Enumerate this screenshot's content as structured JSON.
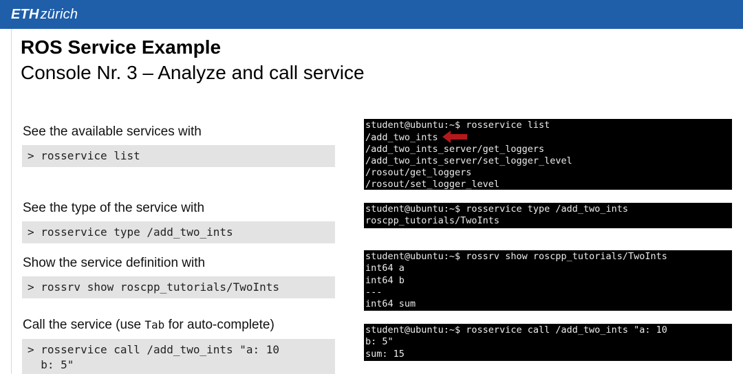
{
  "header": {
    "logo_eth": "ETH",
    "logo_zurich": "zürich"
  },
  "slide": {
    "title": "ROS Service Example",
    "subtitle": "Console Nr. 3 – Analyze and call service"
  },
  "steps": [
    {
      "label": "See the available services with",
      "command_lines": [
        "> rosservice list"
      ],
      "terminal_lines": [
        "student@ubuntu:~$ rosservice list",
        "/add_two_ints",
        "/add_two_ints_server/get_loggers",
        "/add_two_ints_server/set_logger_level",
        "/rosout/get_loggers",
        "/rosout/set_logger_level"
      ]
    },
    {
      "label": "See the type of the service with",
      "command_lines": [
        "> rosservice type /add_two_ints"
      ],
      "terminal_lines": [
        "student@ubuntu:~$ rosservice type /add_two_ints",
        "roscpp_tutorials/TwoInts"
      ]
    },
    {
      "label": "Show the service definition with",
      "command_lines": [
        "> rossrv show roscpp_tutorials/TwoInts"
      ],
      "terminal_lines": [
        "student@ubuntu:~$ rossrv show roscpp_tutorials/TwoInts",
        "int64 a",
        "int64 b",
        "---",
        "int64 sum"
      ]
    },
    {
      "label_before": "Call the service (use ",
      "label_key": "Tab",
      "label_after": " for auto-complete)",
      "command_lines": [
        "> rosservice call /add_two_ints \"a: 10",
        "  b: 5\""
      ],
      "terminal_lines": [
        "student@ubuntu:~$ rosservice call /add_two_ints \"a: 10",
        "b: 5\"",
        "sum: 15"
      ]
    }
  ],
  "colors": {
    "header_blue": "#1f5ea9",
    "command_box_gray": "#e3e3e3",
    "terminal_bg": "#000000",
    "arrow_red": "#b3191b"
  },
  "icons": {
    "highlight_arrow": "left-arrow-icon"
  }
}
